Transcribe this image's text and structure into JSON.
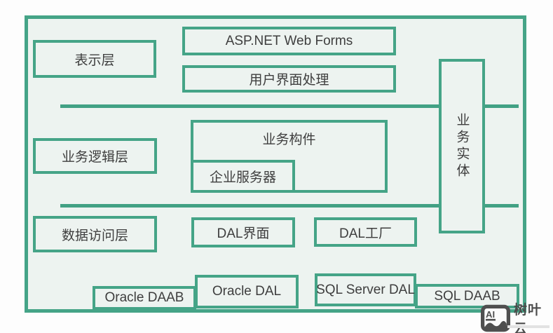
{
  "diagram": {
    "boxes": {
      "presentation_layer": "表示层",
      "aspnet_web_forms": "ASP.NET Web Forms",
      "ui_processing": "用户界面处理",
      "business_logic_layer": "业务逻辑层",
      "business_components": "业务构件",
      "enterprise_server": "企业服务器",
      "business_entity": "业务实体",
      "data_access_layer": "数据访问层",
      "dal_interface": "DAL界面",
      "dal_factory": "DAL工厂",
      "oracle_dal": "Oracle DAL",
      "oracle_daab": "Oracle DAAB",
      "sql_server_dal": "SQL Server DAL",
      "sql_daab": "SQL DAAB"
    }
  },
  "watermark": {
    "logo_text": "AI",
    "brand": "树叶云"
  },
  "colors": {
    "accent_green": "#45a487",
    "panel_background": "#edf3f0",
    "text": "#3e3e3e",
    "watermark_gray": "#4c4c4c"
  }
}
